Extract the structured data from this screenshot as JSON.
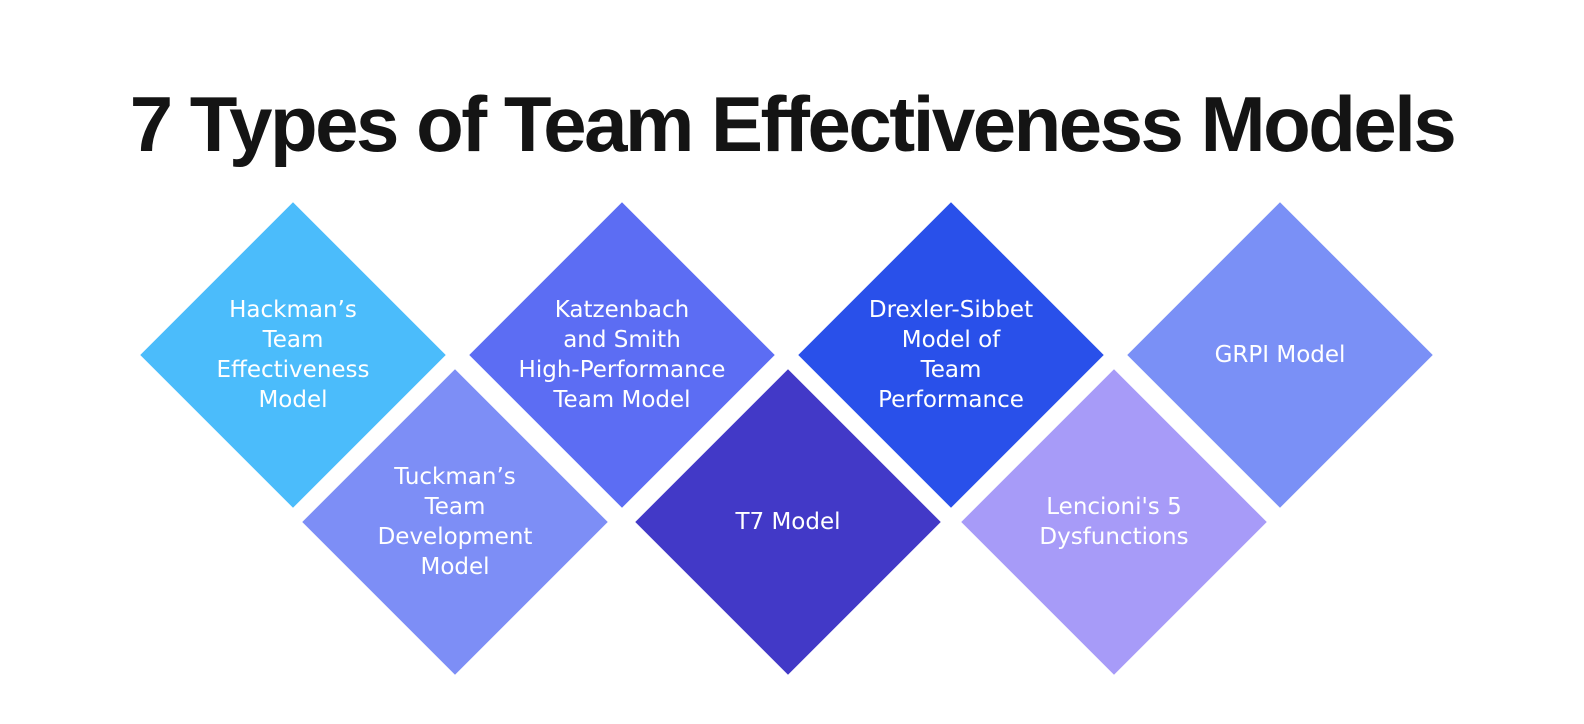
{
  "page": {
    "title": "7 Types of Team Effectiveness Models",
    "title_color": "#141414",
    "background_color": "#ffffff"
  },
  "diagram": {
    "type": "diamond-grid",
    "text_color": "#ffffff",
    "diamonds": [
      {
        "id": "hackman",
        "row": "top",
        "label": "Hackman’s\nTeam\nEffectiveness\nModel",
        "color": "#4bbcfb"
      },
      {
        "id": "katzenbach",
        "row": "top",
        "label": "Katzenbach\nand Smith\nHigh-Performance\nTeam Model",
        "color": "#5c6df3"
      },
      {
        "id": "drexler",
        "row": "top",
        "label": "Drexler-Sibbet\nModel of\nTeam\nPerformance",
        "color": "#2950ea"
      },
      {
        "id": "grpi",
        "row": "top",
        "label": "GRPI Model",
        "color": "#7a90f6"
      },
      {
        "id": "tuckman",
        "row": "bottom",
        "label": "Tuckman’s\nTeam\nDevelopment\nModel",
        "color": "#7d8ef6"
      },
      {
        "id": "t7",
        "row": "bottom",
        "label": "T7 Model",
        "color": "#4239c7"
      },
      {
        "id": "lencioni",
        "row": "bottom",
        "label": "Lencioni's 5\nDysfunctions",
        "color": "#a79bf8"
      }
    ]
  }
}
